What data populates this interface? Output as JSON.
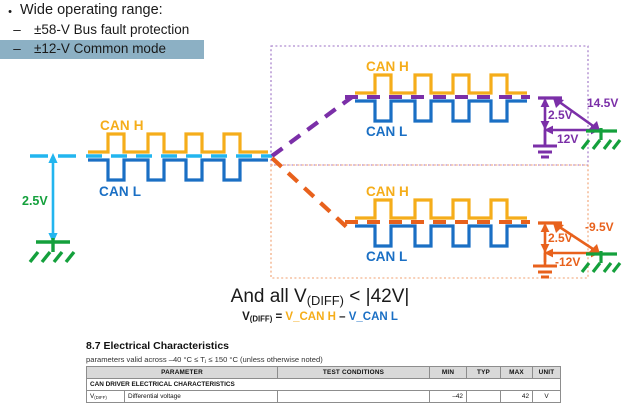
{
  "bullets": {
    "main": "Wide operating range:",
    "sub": [
      {
        "text": "±58-V Bus fault protection",
        "highlighted": false
      },
      {
        "text": "±12-V Common mode",
        "highlighted": true
      }
    ],
    "bullet_glyph": "•",
    "dash_glyph": "–",
    "highlight_color": "#8cb0c4"
  },
  "diagram": {
    "left": {
      "can_h_label": "CAN H",
      "can_l_label": "CAN L",
      "offset_label": "2.5V",
      "reference_color": "#22b5ef",
      "ground_color": "#14a03c"
    },
    "upper": {
      "can_h_label": "CAN H",
      "can_l_label": "CAN L",
      "offset_label": "2.5V",
      "supply_label": "12V",
      "total_label": "14.5V",
      "accent_color": "#7b2fa8",
      "ground_color": "#14a03c"
    },
    "lower": {
      "can_h_label": "CAN H",
      "can_l_label": "CAN L",
      "offset_label": "2.5V",
      "supply_label": "-12V",
      "total_label": "-9.5V",
      "accent_color": "#e8611c",
      "ground_color": "#14a03c"
    },
    "can_h_color": "#f5ad1a",
    "can_l_color": "#1a6fc4"
  },
  "equation": {
    "main_prefix": "And all V",
    "main_sub": "(DIFF)",
    "main_suffix": " < |42V|",
    "sub_lead": "V",
    "sub_lead_sub": "(DIFF)",
    "sub_eq": " = ",
    "sub_h": "V_CAN H",
    "sub_minus": " – ",
    "sub_l": "V_CAN L"
  },
  "datasheet": {
    "title": "8.7 Electrical Characteristics",
    "note": "parameters valid across –40 °C ≤ Tⱼ ≤ 150 °C (unless otherwise noted)",
    "columns": [
      "PARAMETER",
      "TEST CONDITIONS",
      "MIN",
      "TYP",
      "MAX",
      "UNIT"
    ],
    "section_row": "CAN DRIVER ELECTRICAL CHARACTERISTICS",
    "rows": [
      {
        "symbol": "V",
        "symbol_sub": "(DIFF)",
        "parameter": "Differential voltage",
        "test_conditions": "",
        "min": "–42",
        "typ": "",
        "max": "42",
        "unit": "V"
      }
    ]
  }
}
